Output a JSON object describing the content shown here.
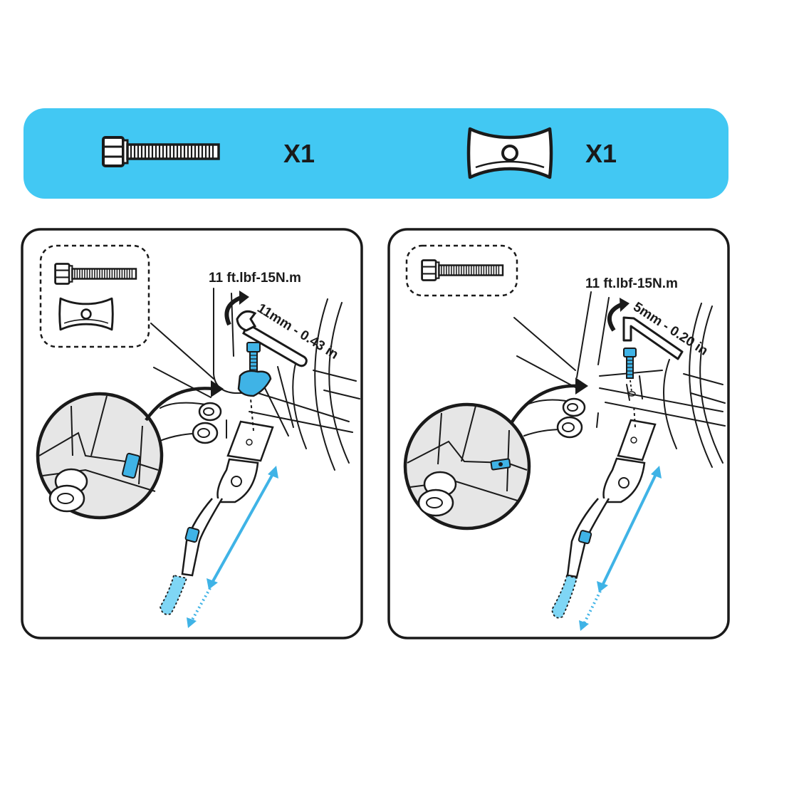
{
  "colors": {
    "accent_blue": "#42c8f3",
    "part_blue": "#3fb3e6",
    "outline": "#1a1a1a",
    "lens_grey": "#e6e6e6",
    "background": "#ffffff"
  },
  "parts_bar": {
    "bolt_quantity": "X1",
    "plate_quantity": "X1"
  },
  "step1": {
    "torque": "11 ft.lbf-15N.m",
    "tool_size": "11mm - 0.43 in",
    "tool": "wrench-icon",
    "parts": [
      "bolt-icon",
      "plate-icon"
    ]
  },
  "step2": {
    "torque": "11 ft.lbf-15N.m",
    "tool_size": "5mm - 0.20 in",
    "tool": "hex-key-icon",
    "parts": [
      "bolt-icon"
    ]
  }
}
